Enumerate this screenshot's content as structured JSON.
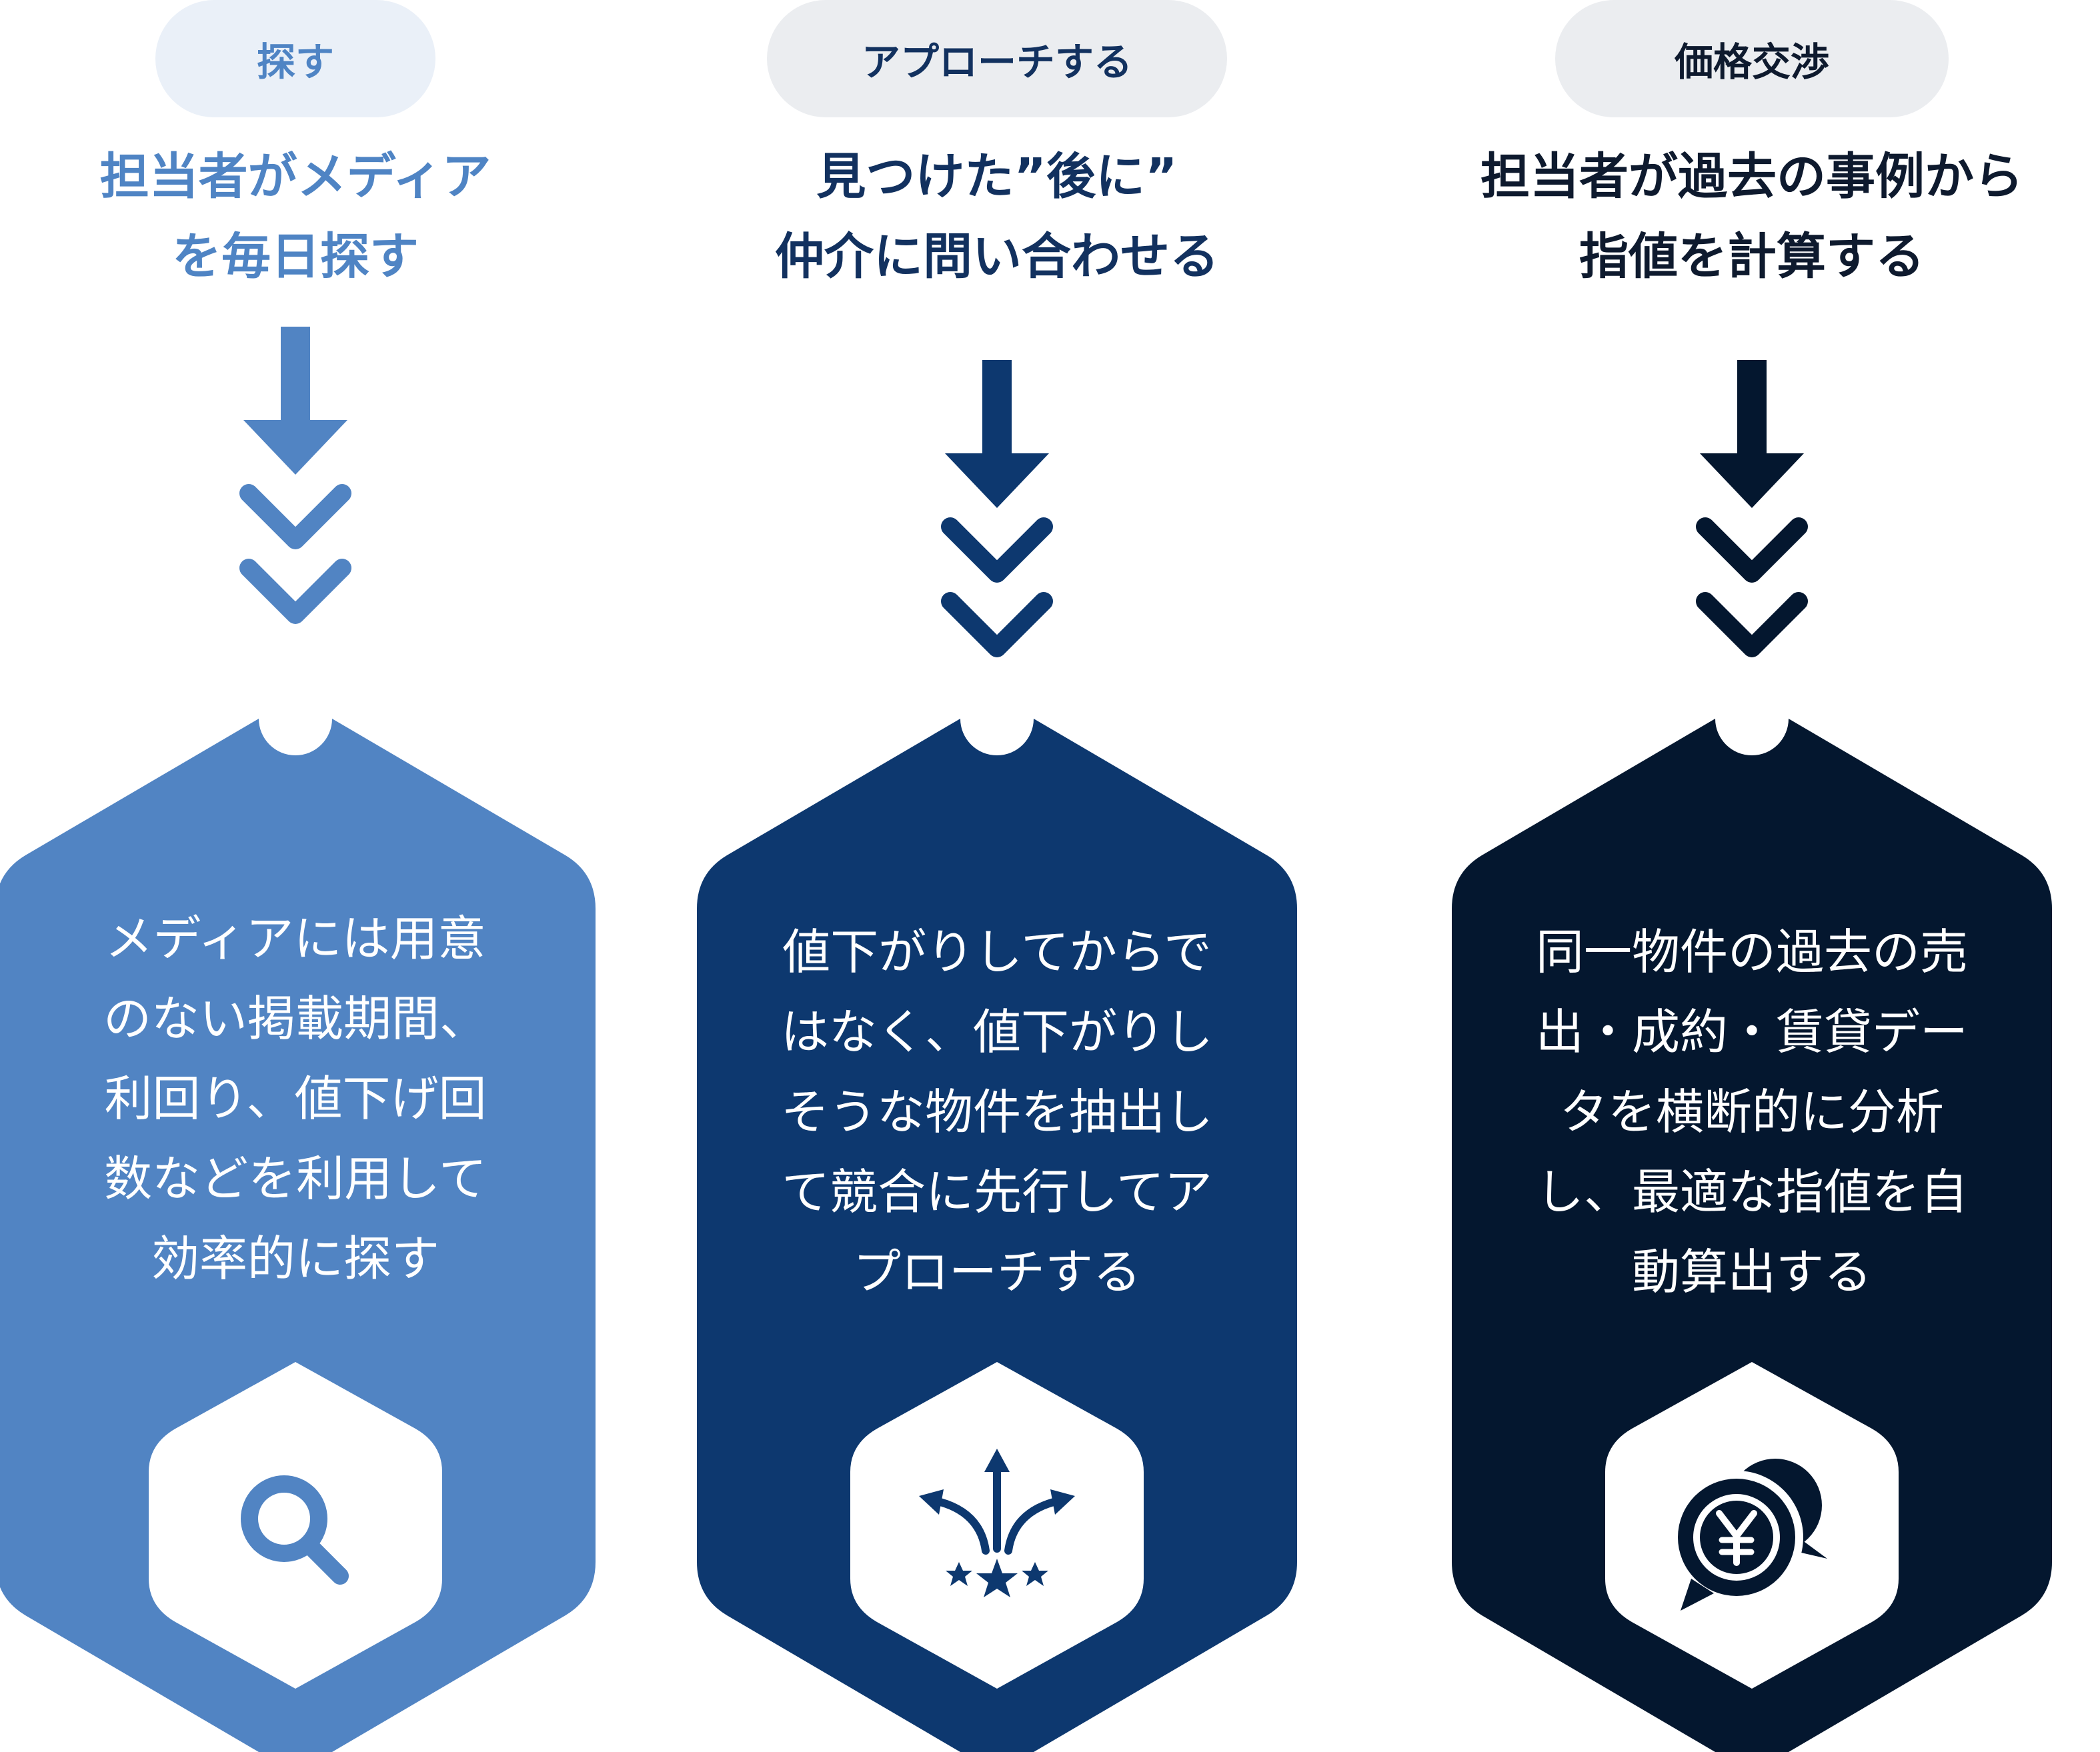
{
  "steps": [
    {
      "tab": "探す",
      "heading": "担当者がメディア\nを毎日探す",
      "description": "メディアには用意\nのない掲載期間、\n利回り、値下げ回\n数などを利用して\n効率的に探す",
      "icon": "search-icon",
      "colors": {
        "pill_bg": "#eaf0f8",
        "pill_text": "#4f84c4",
        "heading": "#4f84c4",
        "card": "#5184c3"
      }
    },
    {
      "tab": "アプローチする",
      "heading": "見つけた”後に”\n仲介に問い合わせる",
      "description": "値下がりしてからで\nはなく、値下がりし\nそうな物件を抽出し\nて競合に先行してア\nプローチする",
      "icon": "branching-arrows-stars-icon",
      "colors": {
        "pill_bg": "#ebedf0",
        "pill_text": "#12315f",
        "heading": "#12315f",
        "card": "#0d386f"
      }
    },
    {
      "tab": "価格交渉",
      "heading": "担当者が過去の事例から\n指値を計算する",
      "description": "同一物件の過去の売\n出・成約・賃貸デー\nタを横断的に分析\nし、最適な指値を自\n動算出する",
      "icon": "yen-chat-bubble-icon",
      "colors": {
        "pill_bg": "#ebedf0",
        "pill_text": "#0e1a2e",
        "heading": "#0e1a2e",
        "card": "#04172f"
      }
    }
  ]
}
